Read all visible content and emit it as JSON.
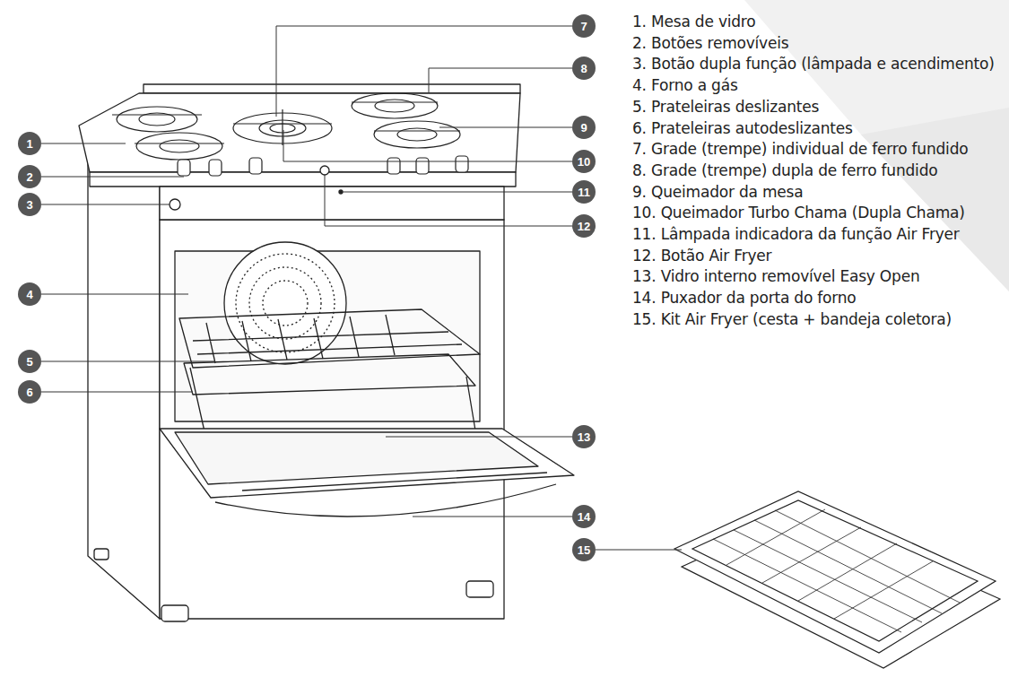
{
  "diagram": {
    "nodes": [
      {
        "text": [
          "1"
        ]
      },
      {
        "text": [
          "2"
        ]
      },
      {
        "text": [
          "3"
        ]
      },
      {
        "text": [
          "4"
        ]
      },
      {
        "text": [
          "5"
        ]
      },
      {
        "text": [
          "6"
        ]
      },
      {
        "text": [
          "7"
        ]
      },
      {
        "text": [
          "8"
        ]
      },
      {
        "text": [
          "9"
        ]
      },
      {
        "text": [
          "10"
        ]
      },
      {
        "text": [
          "11"
        ]
      },
      {
        "text": [
          "12"
        ]
      },
      {
        "text": [
          "13"
        ]
      },
      {
        "text": [
          "14"
        ]
      },
      {
        "text": [
          "15"
        ]
      }
    ],
    "labels": [
      "1. Mesa de vidro",
      "2. Botões removíveis",
      "3. Botão dupla função (lâmpada e acendimento)",
      "4. Forno a gás",
      "5. Prateleiras deslizantes",
      "6. Prateleiras autodeslizantes",
      "7. Grade (trempe) individual de ferro fundido",
      "8. Grade (trempe) dupla de ferro fundido",
      "9. Queimador da mesa",
      "10. Queimador Turbo Chama (Dupla Chama)",
      "11. Lâmpada indicadora da função Air Fryer",
      "12. Botão Air Fryer",
      "13. Vidro interno removível Easy Open",
      "14. Puxador da porta do forno",
      "15. Kit Air Fryer (cesta + bandeja coletora)"
    ]
  }
}
